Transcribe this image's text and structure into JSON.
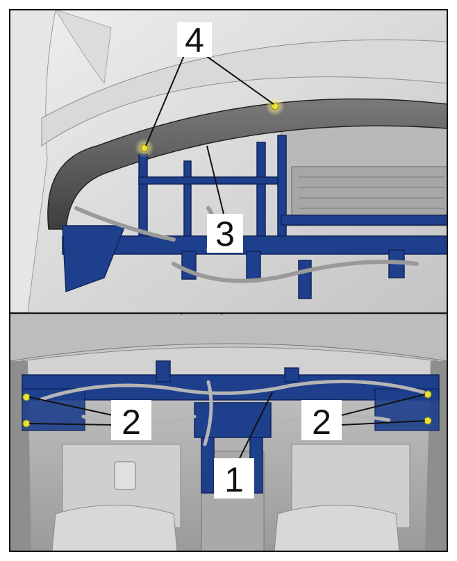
{
  "callouts": {
    "c1": "1",
    "c2_left": "2",
    "c2_right": "2",
    "c3": "3",
    "c4": "4"
  },
  "colors": {
    "frame_blue": "#1e3f8c",
    "frame_blue_light": "#3a5fb8",
    "fastener_yellow": "#e8e23a",
    "line_black": "#111111",
    "background_grey": "#d6d6d6"
  }
}
